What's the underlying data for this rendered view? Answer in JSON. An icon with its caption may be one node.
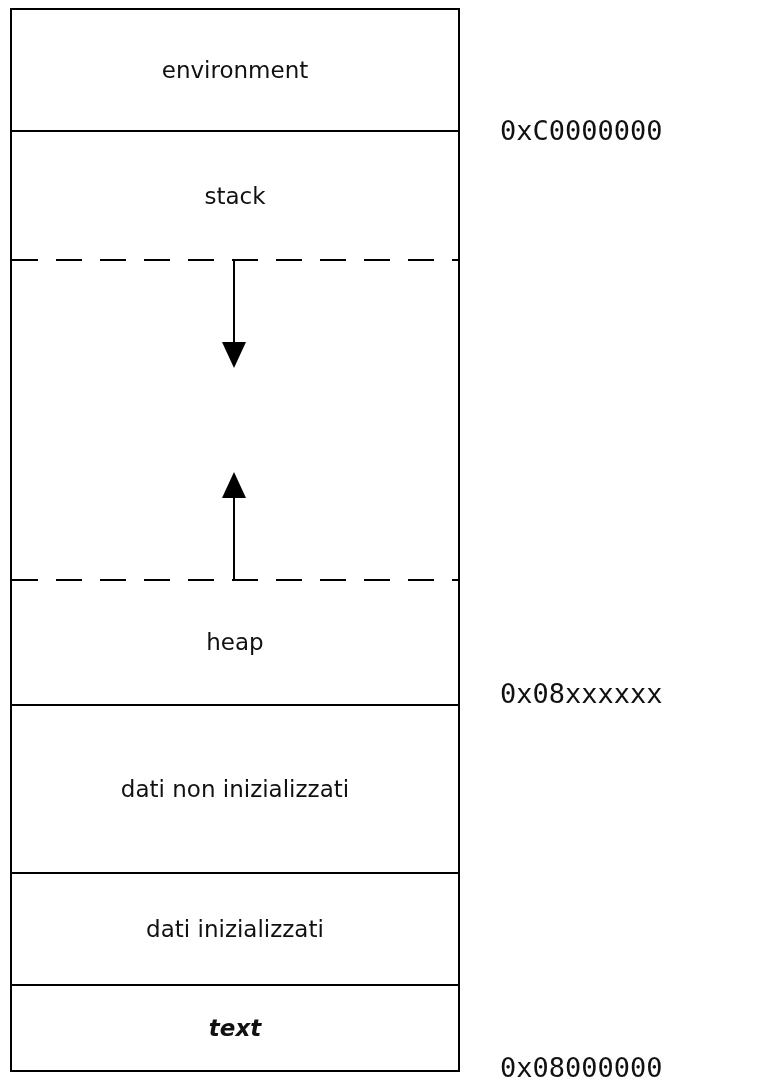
{
  "diagram": {
    "nodes": [
      {
        "text": [
          "environment"
        ]
      },
      {
        "text": [
          "stack"
        ]
      },
      {
        "text": [],
        "shape": "box"
      },
      {
        "text": [
          "heap"
        ]
      },
      {
        "text": [
          "dati non inizializzati"
        ]
      },
      {
        "text": [
          "dati inizializzati"
        ]
      },
      {
        "text": [
          "text"
        ]
      }
    ],
    "edges": [],
    "labels": [
      "0xC0000000",
      "0x08xxxxxx",
      "0x08000000"
    ]
  }
}
